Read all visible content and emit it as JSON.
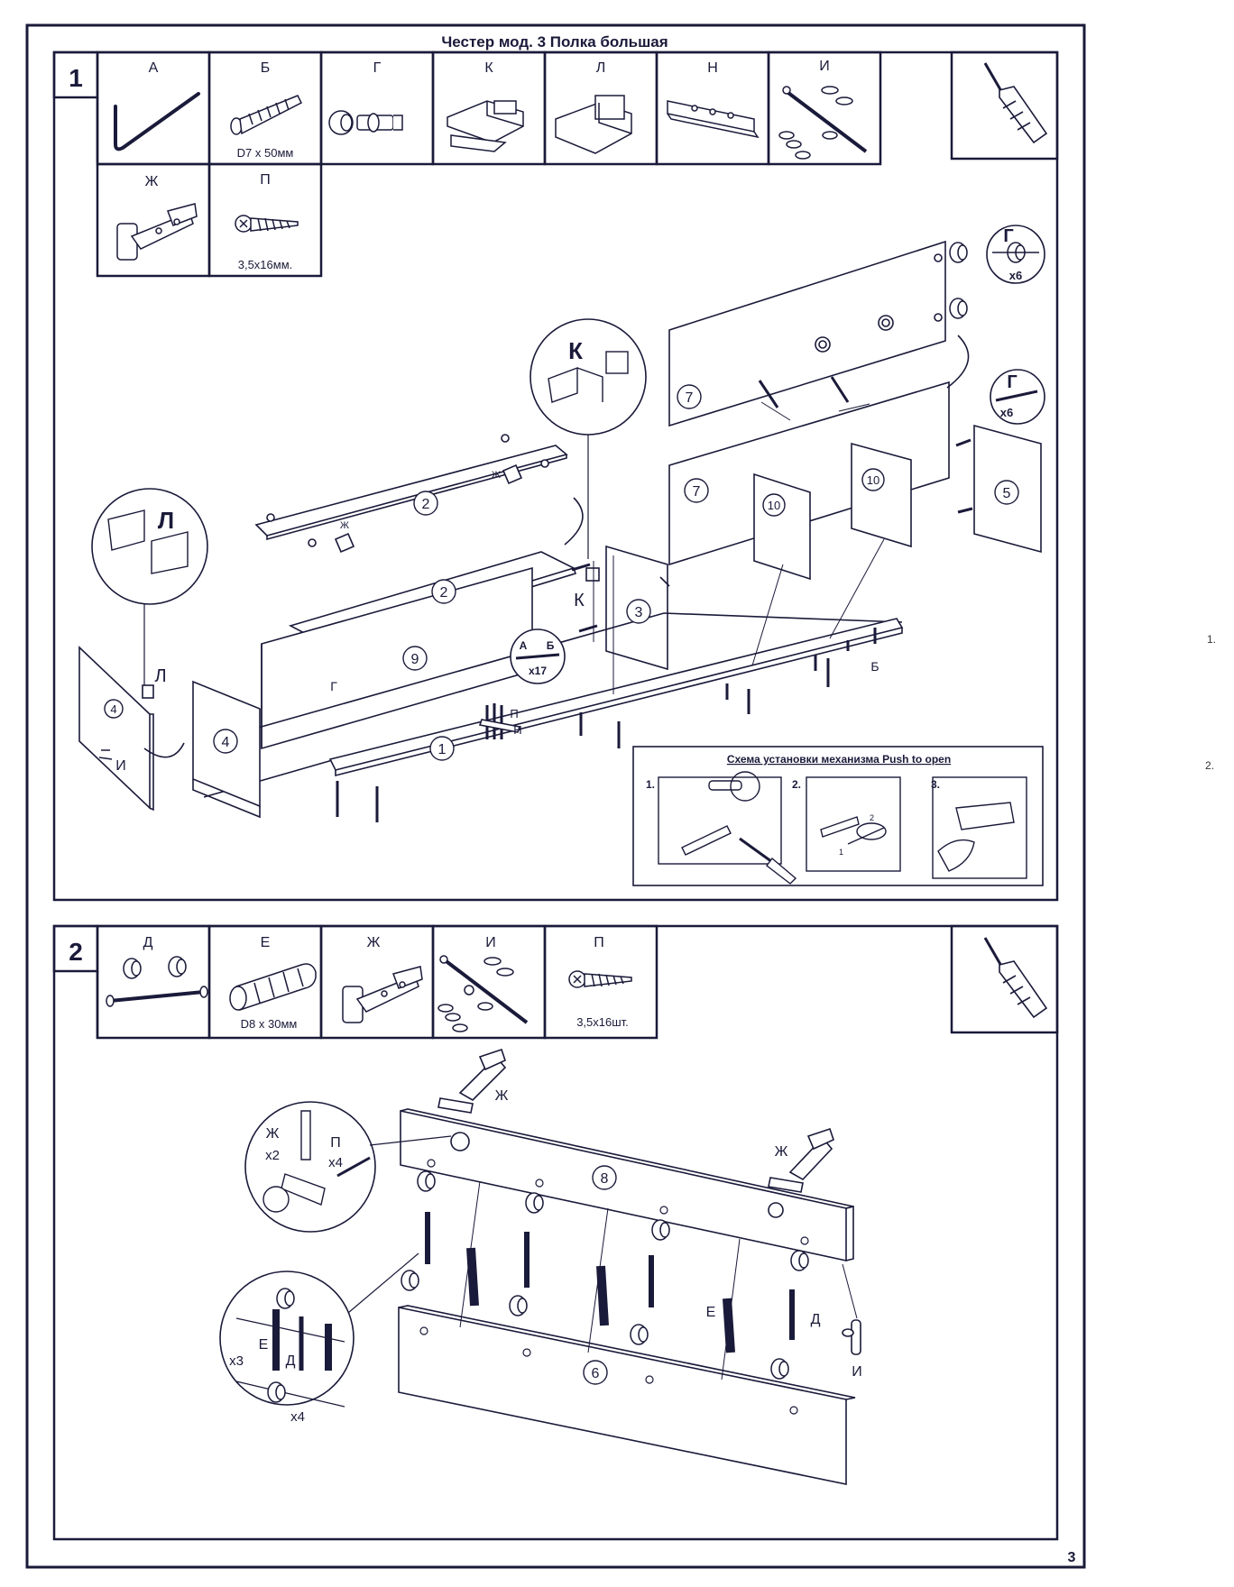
{
  "title": "Честер мод. 3 Полка большая",
  "page_number": "3",
  "side_notes": [
    "1.",
    "2."
  ],
  "step1": {
    "number": "1",
    "parts": [
      {
        "letter": "А",
        "caption": "",
        "icon": "allen-key-icon"
      },
      {
        "letter": "Б",
        "caption": "D7 x 50мм",
        "icon": "confirmat-screw-icon"
      },
      {
        "letter": "Г",
        "caption": "",
        "icon": "cam-lock-icon"
      },
      {
        "letter": "К",
        "caption": "",
        "icon": "shelf-bracket-icon"
      },
      {
        "letter": "Л",
        "caption": "",
        "icon": "wall-hanger-icon"
      },
      {
        "letter": "Н",
        "caption": "",
        "icon": "plate-icon"
      },
      {
        "letter": "И",
        "caption": "",
        "icon": "push-to-open-icon"
      },
      {
        "letter": "Ж",
        "caption": "",
        "icon": "hinge-icon"
      },
      {
        "letter": "П",
        "caption": "3,5х16мм.",
        "icon": "wood-screw-icon"
      }
    ],
    "tool": "screwdriver-icon",
    "callouts": {
      "k": "К",
      "l": "Л",
      "g_top": "Г",
      "g_top_qty": "x6",
      "g_mid": "Г",
      "g_mid_qty": "x6",
      "ab_a": "А",
      "ab_b": "Б",
      "ab_qty": "x17"
    },
    "labels": {
      "k_small": "К",
      "l_small": "Л",
      "zh1": "Ж",
      "zh2": "Ж",
      "g_small": "Г",
      "b_small": "Б",
      "p_small": "П",
      "n_small": "Н",
      "i_small": "И"
    },
    "panels": {
      "p7a": "7",
      "p7b": "7",
      "p10a": "10",
      "p10b": "10",
      "p5": "5",
      "p2a": "2",
      "p2b": "2",
      "p3": "3",
      "p9": "9",
      "p4a": "4",
      "p4b": "4",
      "p1": "1"
    },
    "push_to_open": {
      "title": "Схема установки механизма Push to open",
      "steps": [
        "1.",
        "2.",
        "3."
      ],
      "sub_numbers": [
        "2",
        "1"
      ]
    }
  },
  "step2": {
    "number": "2",
    "parts": [
      {
        "letter": "Д",
        "caption": "",
        "icon": "cam-bolt-icon"
      },
      {
        "letter": "Е",
        "caption": "D8 x 30мм",
        "icon": "dowel-icon"
      },
      {
        "letter": "Ж",
        "caption": "",
        "icon": "hinge-icon"
      },
      {
        "letter": "И",
        "caption": "",
        "icon": "push-to-open-icon"
      },
      {
        "letter": "П",
        "caption": "3,5х16шт.",
        "icon": "wood-screw-icon"
      }
    ],
    "tool": "screwdriver-icon",
    "callouts": {
      "hinge_zh": "Ж",
      "hinge_zh_qty": "x2",
      "hinge_p": "П",
      "hinge_p_qty": "x4",
      "cam_e": "Е",
      "cam_d": "Д",
      "cam_qty_a": "x3",
      "cam_qty_b": "x4"
    },
    "labels": {
      "zh_left": "Ж",
      "zh_right": "Ж",
      "e_label": "Е",
      "d_label": "Д",
      "i_label": "И"
    },
    "panels": {
      "p8": "8",
      "p6": "6"
    }
  }
}
